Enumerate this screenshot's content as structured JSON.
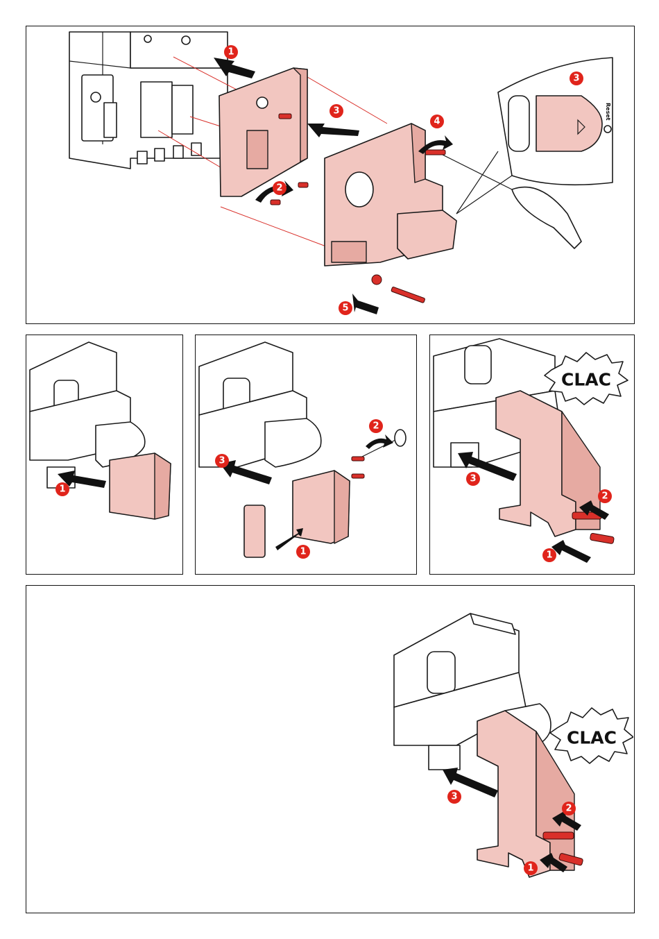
{
  "panels": {
    "top": {
      "step_labels": [
        "1",
        "2",
        "3",
        "4",
        "5"
      ],
      "zoom_label": "3",
      "reset_label": "Reset"
    },
    "mid_left": {
      "step_labels": [
        "1"
      ]
    },
    "mid_center": {
      "step_labels": [
        "1",
        "2",
        "3"
      ]
    },
    "mid_right": {
      "step_labels": [
        "1",
        "2",
        "3"
      ],
      "sound_text": "CLAC"
    },
    "bottom": {
      "step_labels": [
        "1",
        "2",
        "3"
      ],
      "sound_text": "CLAC"
    }
  },
  "colors": {
    "highlight_part": "#f2c6c0",
    "step_badge": "#e0241b",
    "screw": "#d9302a",
    "outline": "#1a1a1a"
  }
}
